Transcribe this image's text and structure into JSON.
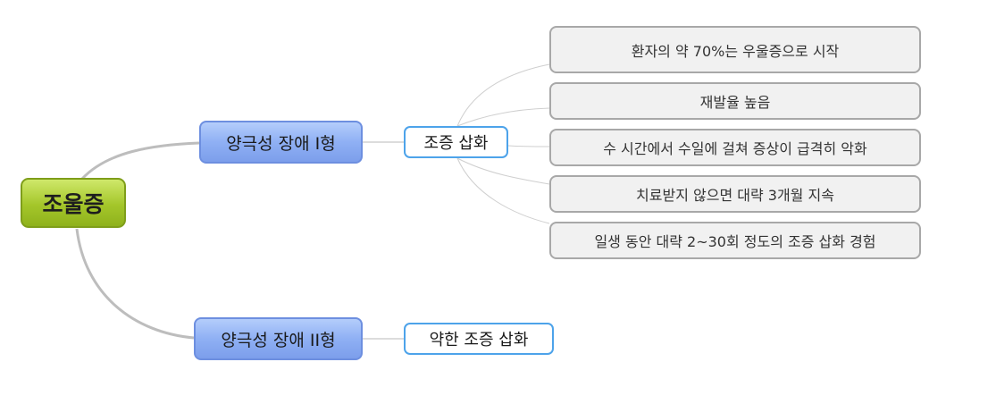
{
  "mindmap": {
    "root": {
      "label": "조울증"
    },
    "branches": [
      {
        "label": "양극성 장애 I형",
        "children": [
          {
            "label": "조증 삽화",
            "details": [
              "환자의 약 70%는 우울증으로 시작",
              "재발율 높음",
              "수 시간에서 수일에 걸쳐 증상이 급격히 악화",
              "치료받지 않으면 대략 3개월 지속",
              "일생 동안 대략 2~30회 정도의 조증 삽화 경험"
            ]
          }
        ]
      },
      {
        "label": "양극성 장애 II형",
        "children": [
          {
            "label": "약한 조증 삽화"
          }
        ]
      }
    ]
  },
  "colors": {
    "root_fill": "#a4c62a",
    "branch_fill": "#8fb0f4",
    "subtopic_border": "#4da3ea",
    "detail_fill": "#f1f1f1",
    "connector": "#bdbdbd"
  }
}
